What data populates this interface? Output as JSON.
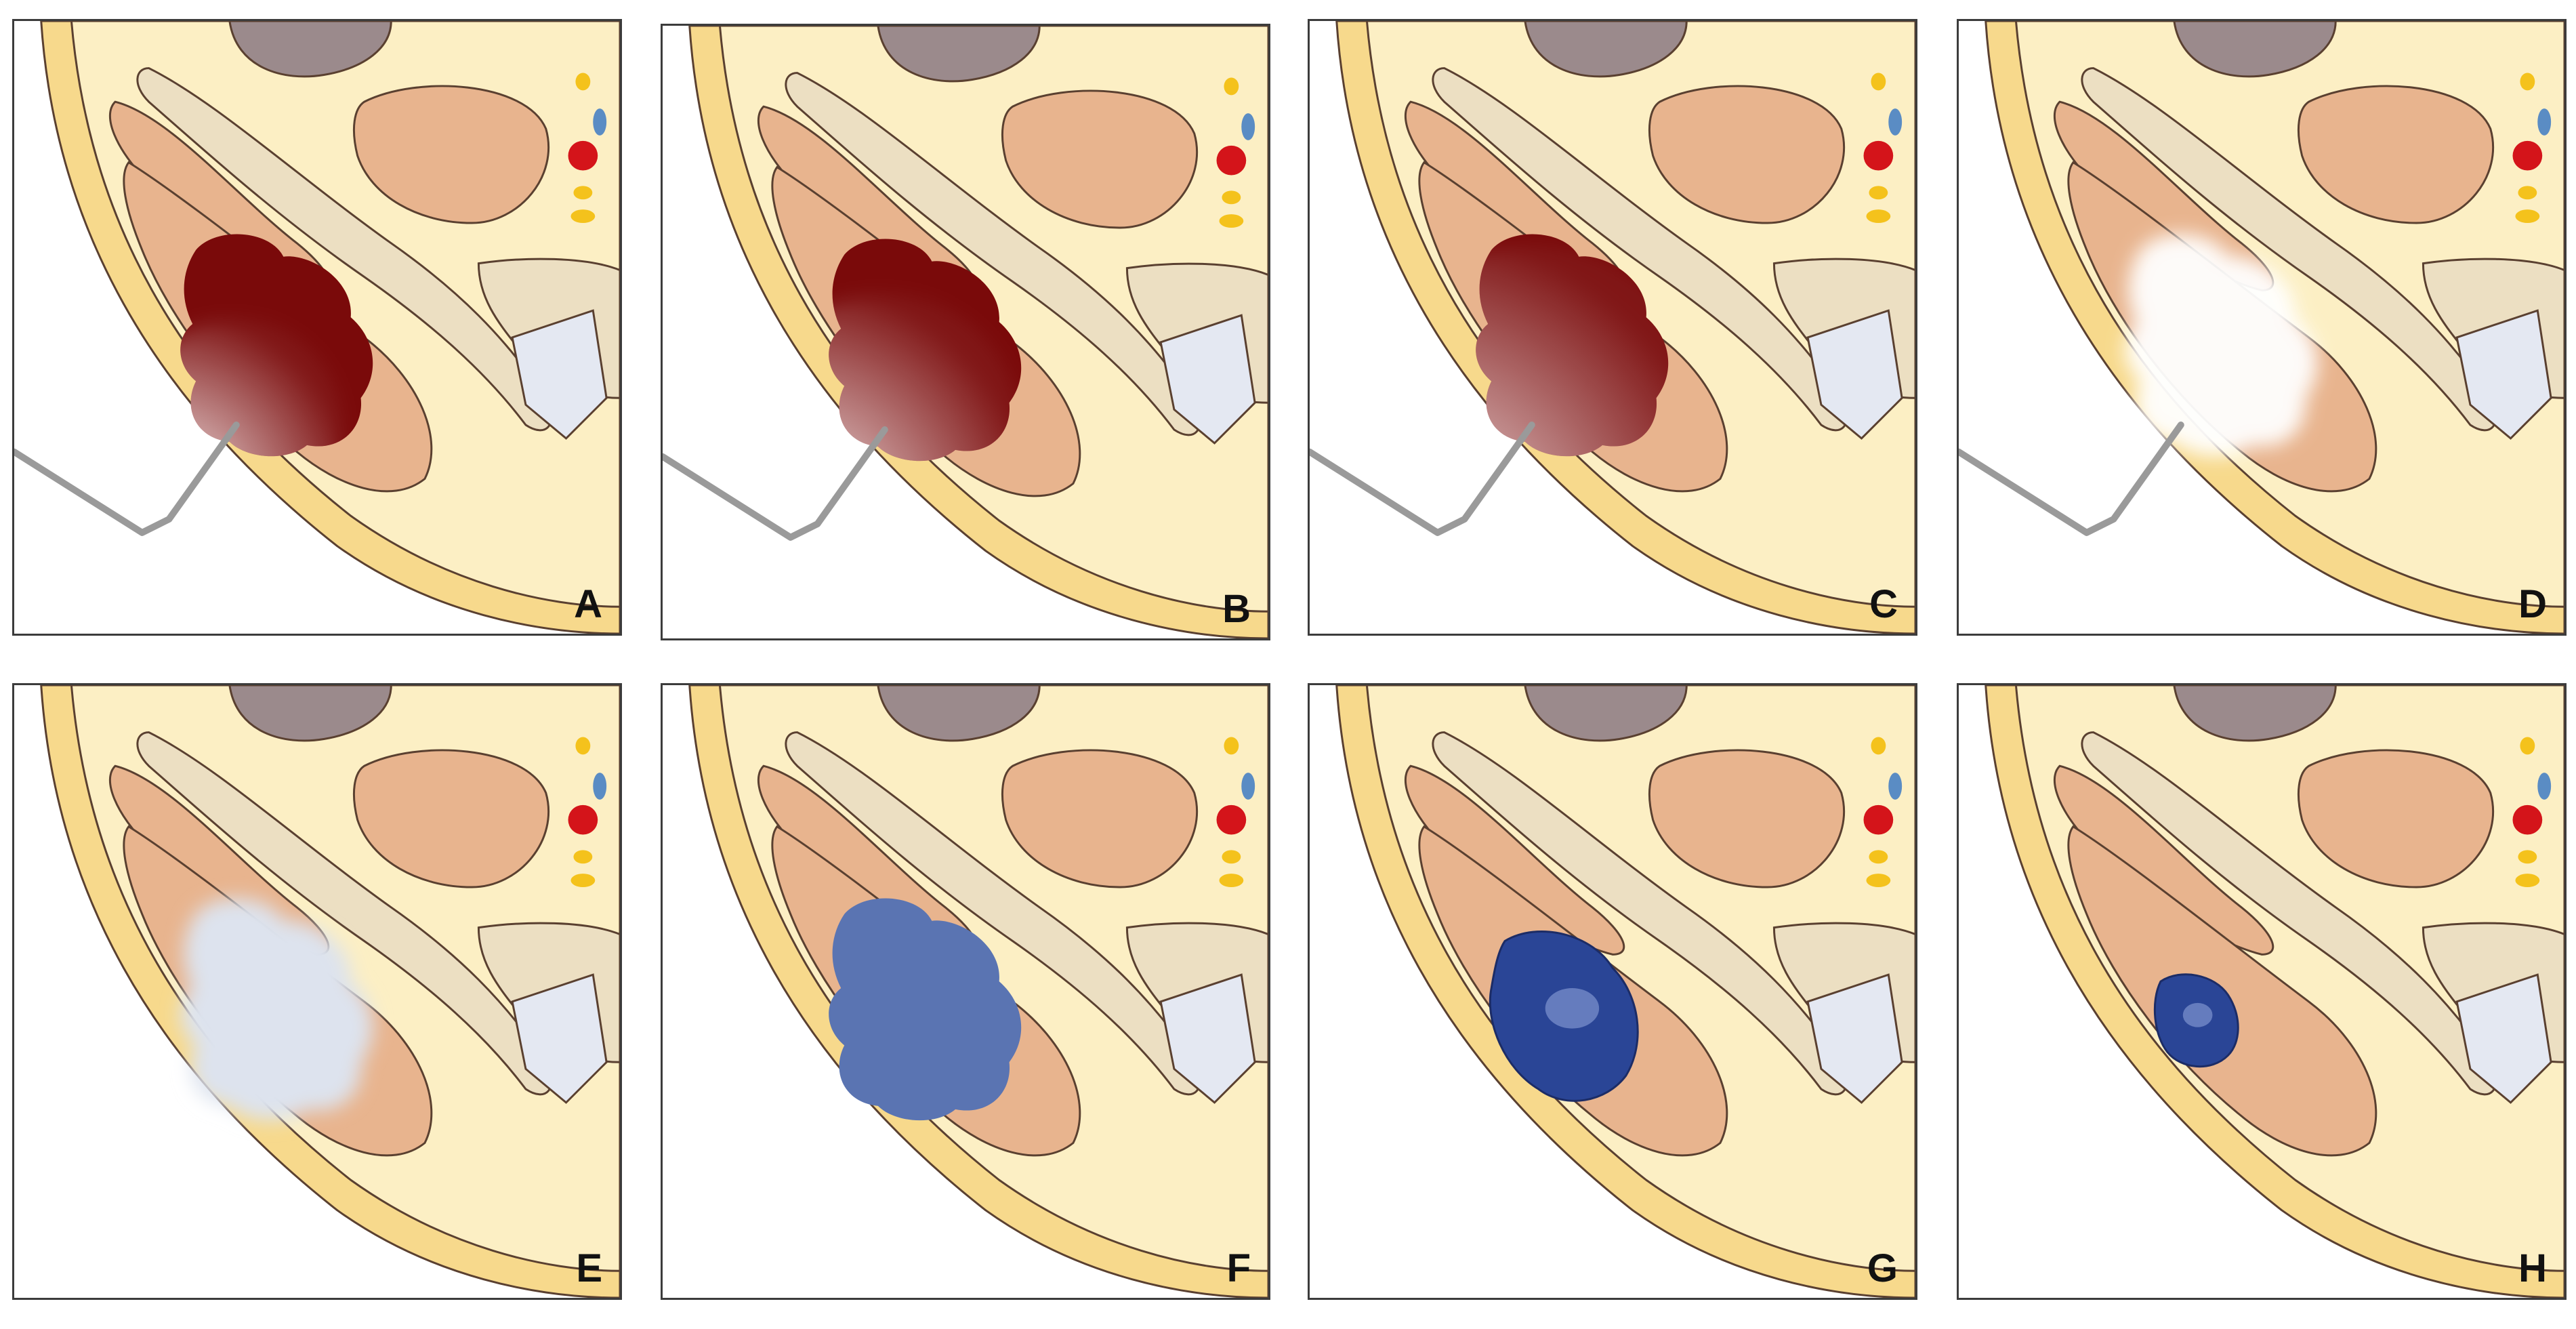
{
  "figure": {
    "panels": [
      {
        "label": "A",
        "needle": true,
        "fill": "blood",
        "spray": 0.35
      },
      {
        "label": "B",
        "needle": true,
        "fill": "blood",
        "spray": 0.55
      },
      {
        "label": "C",
        "needle": true,
        "fill": "blood",
        "spray": 0.85
      },
      {
        "label": "D",
        "needle": true,
        "fill": "white",
        "spray": 1.0
      },
      {
        "label": "E",
        "needle": false,
        "fill": "pale",
        "spray": 0
      },
      {
        "label": "F",
        "needle": false,
        "fill": "blue",
        "spray": 0
      },
      {
        "label": "G",
        "needle": false,
        "fill": "blue-shrunk",
        "spray": 0
      },
      {
        "label": "H",
        "needle": false,
        "fill": "blue-small",
        "spray": 0
      }
    ],
    "colors": {
      "skin": "#f7d98c",
      "fat": "#fcefc4",
      "muscle": "#e8b48e",
      "outline": "#5a4030",
      "bone": "#ecdfc2",
      "kidney": "#9b8a8c",
      "artery": "#d4141a",
      "vein": "#5a8cc4",
      "nerve": "#f4c21c",
      "blood": "#7a0a0a",
      "pale": "#dde3ee",
      "blue": "#5a74b2",
      "dark_blue": "#2a4596",
      "needle": "#9a9a9a"
    }
  }
}
